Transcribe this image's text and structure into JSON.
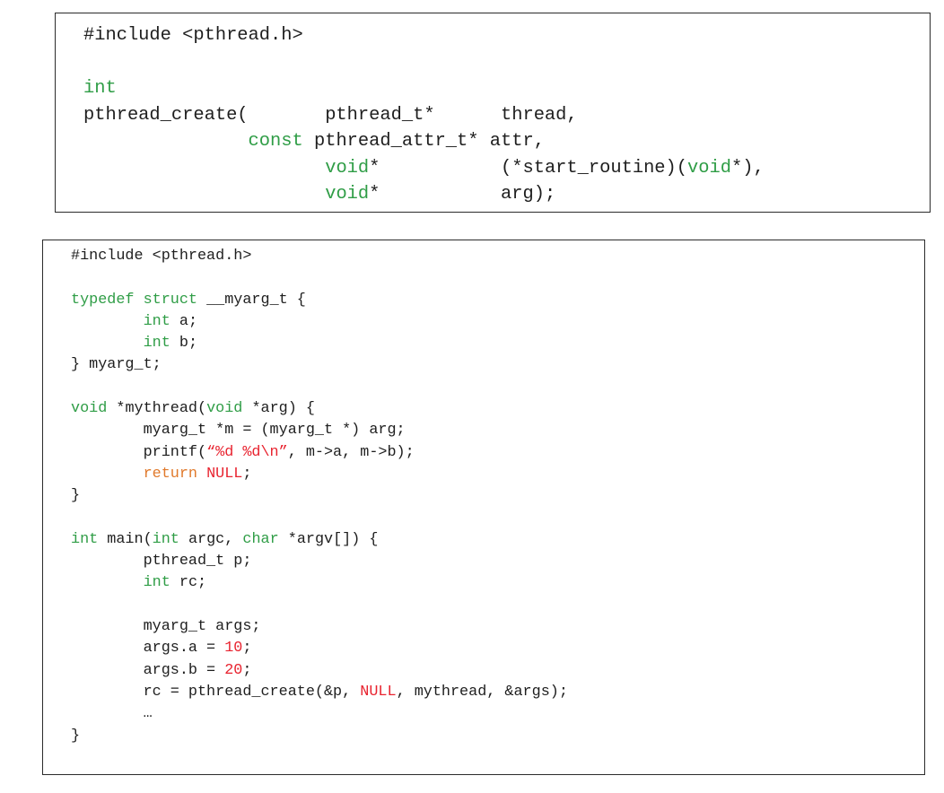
{
  "top_snippet": {
    "lines": [
      [
        {
          "t": "#include <pthread.h>"
        }
      ],
      [],
      [
        {
          "t": "int",
          "c": "g"
        }
      ],
      [
        {
          "t": "pthread_create(       pthread_t*      thread,"
        }
      ],
      [
        {
          "t": "               "
        },
        {
          "t": "const",
          "c": "g"
        },
        {
          "t": " pthread_attr_t* attr,"
        }
      ],
      [
        {
          "t": "                      "
        },
        {
          "t": "void",
          "c": "g"
        },
        {
          "t": "*           (*start_routine)("
        },
        {
          "t": "void",
          "c": "g"
        },
        {
          "t": "*),"
        }
      ],
      [
        {
          "t": "                      "
        },
        {
          "t": "void",
          "c": "g"
        },
        {
          "t": "*           arg);"
        }
      ]
    ]
  },
  "bottom_snippet": {
    "lines": [
      [
        {
          "t": "#include <pthread.h>"
        }
      ],
      [],
      [
        {
          "t": "typedef struct",
          "c": "g"
        },
        {
          "t": " __myarg_t {"
        }
      ],
      [
        {
          "t": "        "
        },
        {
          "t": "int",
          "c": "g"
        },
        {
          "t": " a;"
        }
      ],
      [
        {
          "t": "        "
        },
        {
          "t": "int",
          "c": "g"
        },
        {
          "t": " b;"
        }
      ],
      [
        {
          "t": "} myarg_t;"
        }
      ],
      [],
      [
        {
          "t": "void",
          "c": "g"
        },
        {
          "t": " *mythread("
        },
        {
          "t": "void",
          "c": "g"
        },
        {
          "t": " *arg) {"
        }
      ],
      [
        {
          "t": "        myarg_t *m = (myarg_t *) arg;"
        }
      ],
      [
        {
          "t": "        printf("
        },
        {
          "t": "“%d %d\\n”",
          "c": "r"
        },
        {
          "t": ", m->a, m->b);"
        }
      ],
      [
        {
          "t": "        "
        },
        {
          "t": "return",
          "c": "o"
        },
        {
          "t": " "
        },
        {
          "t": "NULL",
          "c": "r"
        },
        {
          "t": ";"
        }
      ],
      [
        {
          "t": "}"
        }
      ],
      [],
      [
        {
          "t": "int",
          "c": "g"
        },
        {
          "t": " main("
        },
        {
          "t": "int",
          "c": "g"
        },
        {
          "t": " argc, "
        },
        {
          "t": "char",
          "c": "g"
        },
        {
          "t": " *argv[]) {"
        }
      ],
      [
        {
          "t": "        pthread_t p;"
        }
      ],
      [
        {
          "t": "        "
        },
        {
          "t": "int",
          "c": "g"
        },
        {
          "t": " rc;"
        }
      ],
      [],
      [
        {
          "t": "        myarg_t args;"
        }
      ],
      [
        {
          "t": "        args.a = "
        },
        {
          "t": "10",
          "c": "r"
        },
        {
          "t": ";"
        }
      ],
      [
        {
          "t": "        args.b = "
        },
        {
          "t": "20",
          "c": "r"
        },
        {
          "t": ";"
        }
      ],
      [
        {
          "t": "        rc = pthread_create(&p, "
        },
        {
          "t": "NULL",
          "c": "r"
        },
        {
          "t": ", mythread, &args);"
        }
      ],
      [
        {
          "t": "        …"
        }
      ],
      [
        {
          "t": "}"
        }
      ]
    ]
  },
  "colors": {
    "type_keyword": "#2f9d46",
    "literal": "#e8232f",
    "control_keyword": "#e0792b",
    "plain_text": "#1e1e1e",
    "border": "#2b2b2b"
  }
}
